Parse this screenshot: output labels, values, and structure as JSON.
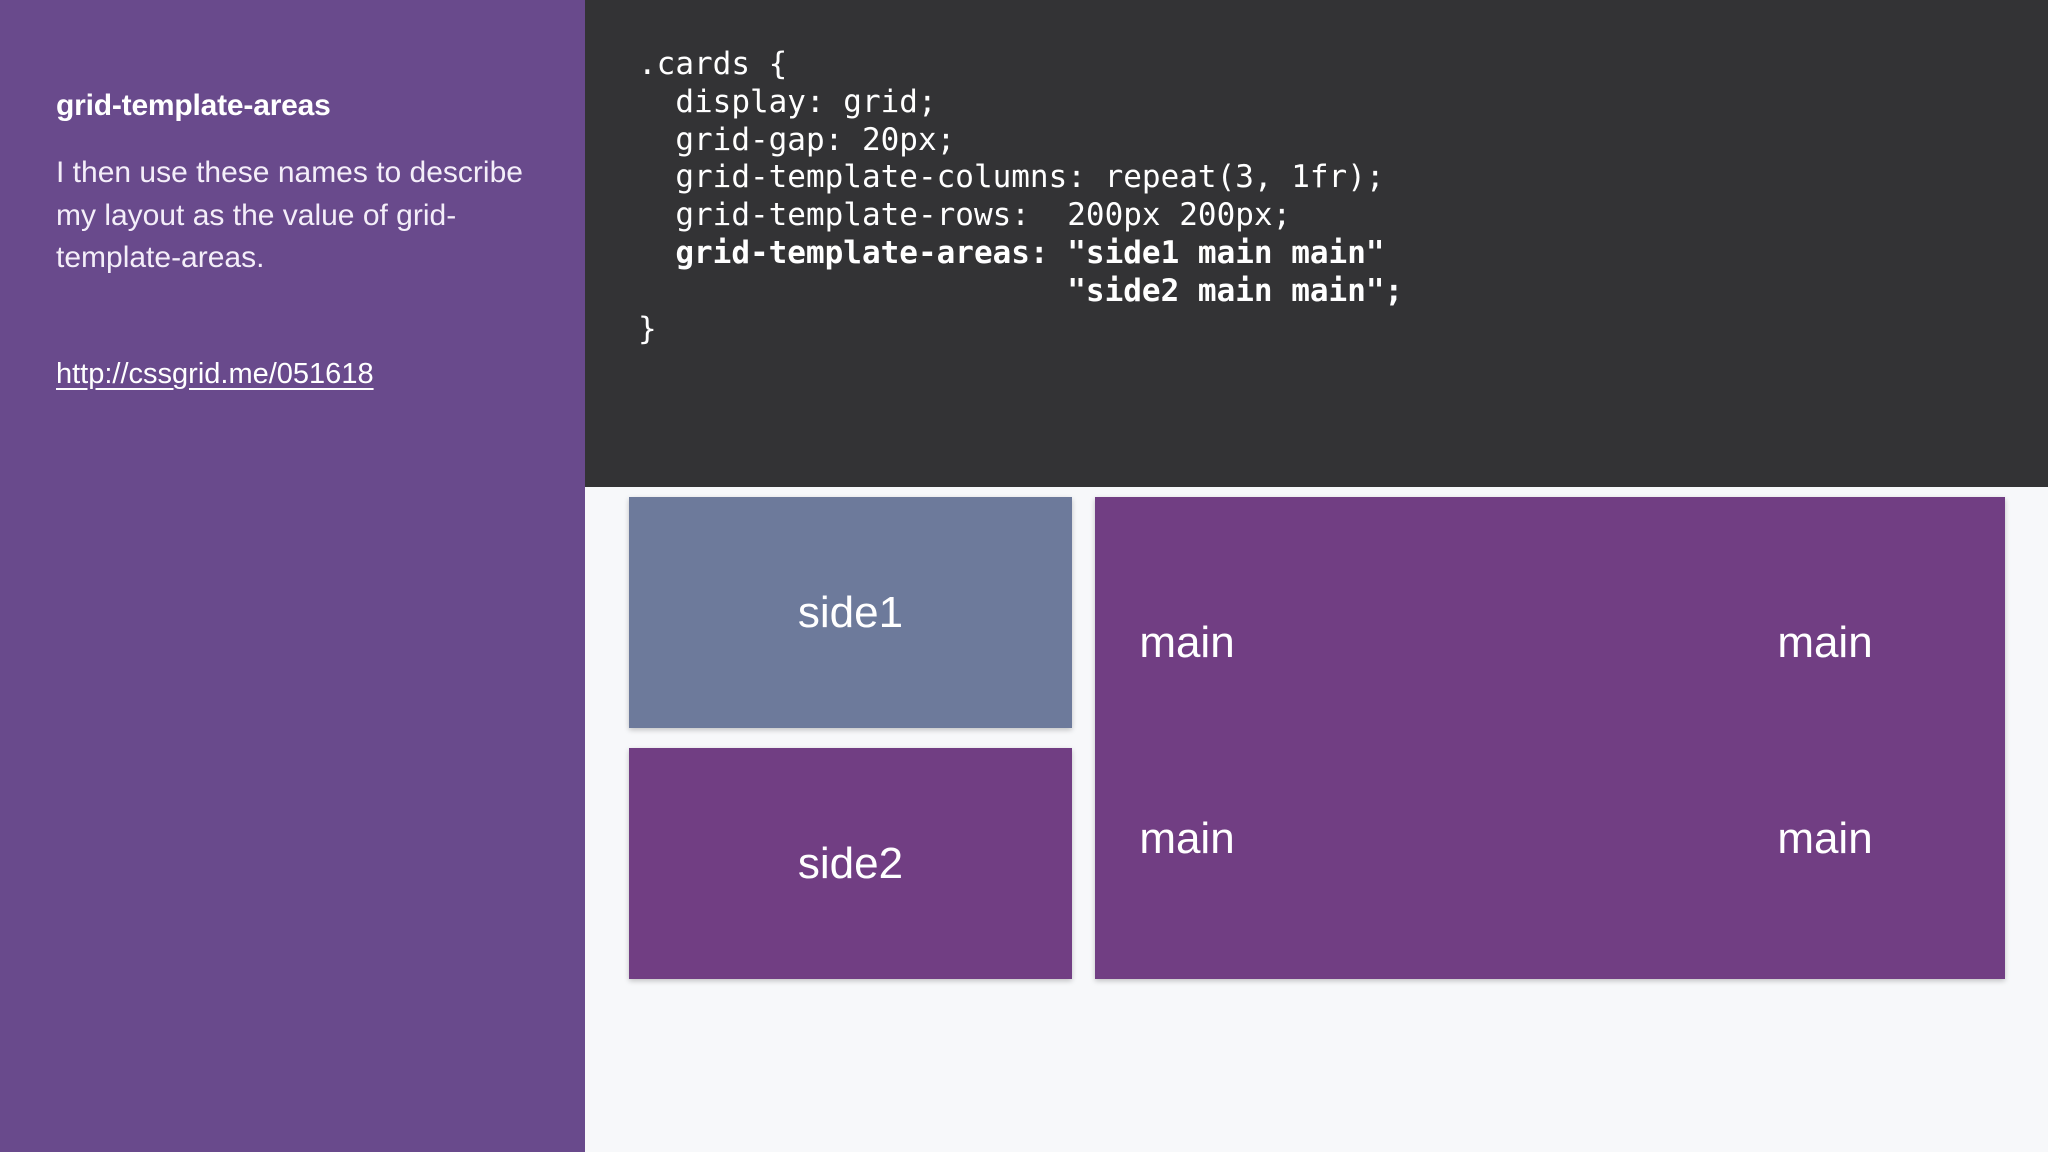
{
  "sidebar": {
    "heading": "grid-template-areas",
    "body": "I then use these names to describe my layout as the value of grid-template-areas.",
    "link": "http://cssgrid.me/051618",
    "background_color": "#694a8c"
  },
  "code_panel": {
    "background_color": "#333335",
    "language": "css",
    "lines": [
      {
        "text": ".cards {",
        "bold": false
      },
      {
        "text": "  display: grid;",
        "bold": false
      },
      {
        "text": "  grid-gap: 20px;",
        "bold": false
      },
      {
        "text": "  grid-template-columns: repeat(3, 1fr);",
        "bold": false
      },
      {
        "text": "  grid-template-rows:  200px 200px;",
        "bold": false
      },
      {
        "text": "  grid-template-areas: \"side1 main main\"",
        "bold": true
      },
      {
        "text": "                       \"side2 main main\";",
        "bold": true
      },
      {
        "text": "}",
        "bold": false
      }
    ]
  },
  "demo": {
    "background_color": "#f7f8fa",
    "cells": [
      {
        "label": "side1",
        "color": "#6d7a9b",
        "area": "side1"
      },
      {
        "label": "side2",
        "color": "#713e83",
        "area": "side2"
      },
      {
        "label": "main",
        "color": "#713e83",
        "area": "main"
      }
    ],
    "main_labels": [
      "main",
      "main",
      "main",
      "main"
    ]
  }
}
